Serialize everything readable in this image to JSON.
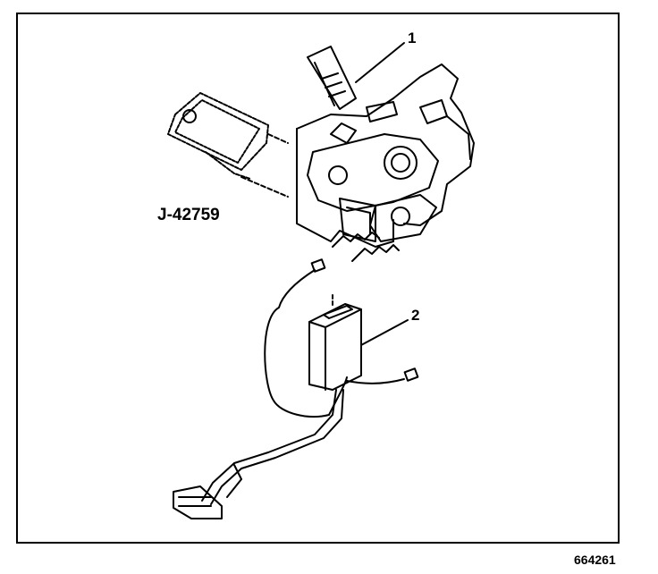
{
  "callouts": {
    "one": "1",
    "two": "2"
  },
  "tool": {
    "label": "J-42759"
  },
  "figure": {
    "number": "664261"
  },
  "colors": {
    "ink": "#000000",
    "paper": "#ffffff"
  },
  "icons": [
    "ignition-lock-cylinder-illustration",
    "j42759-tool-illustration",
    "module-illustration",
    "wiring-harness-illustration"
  ]
}
